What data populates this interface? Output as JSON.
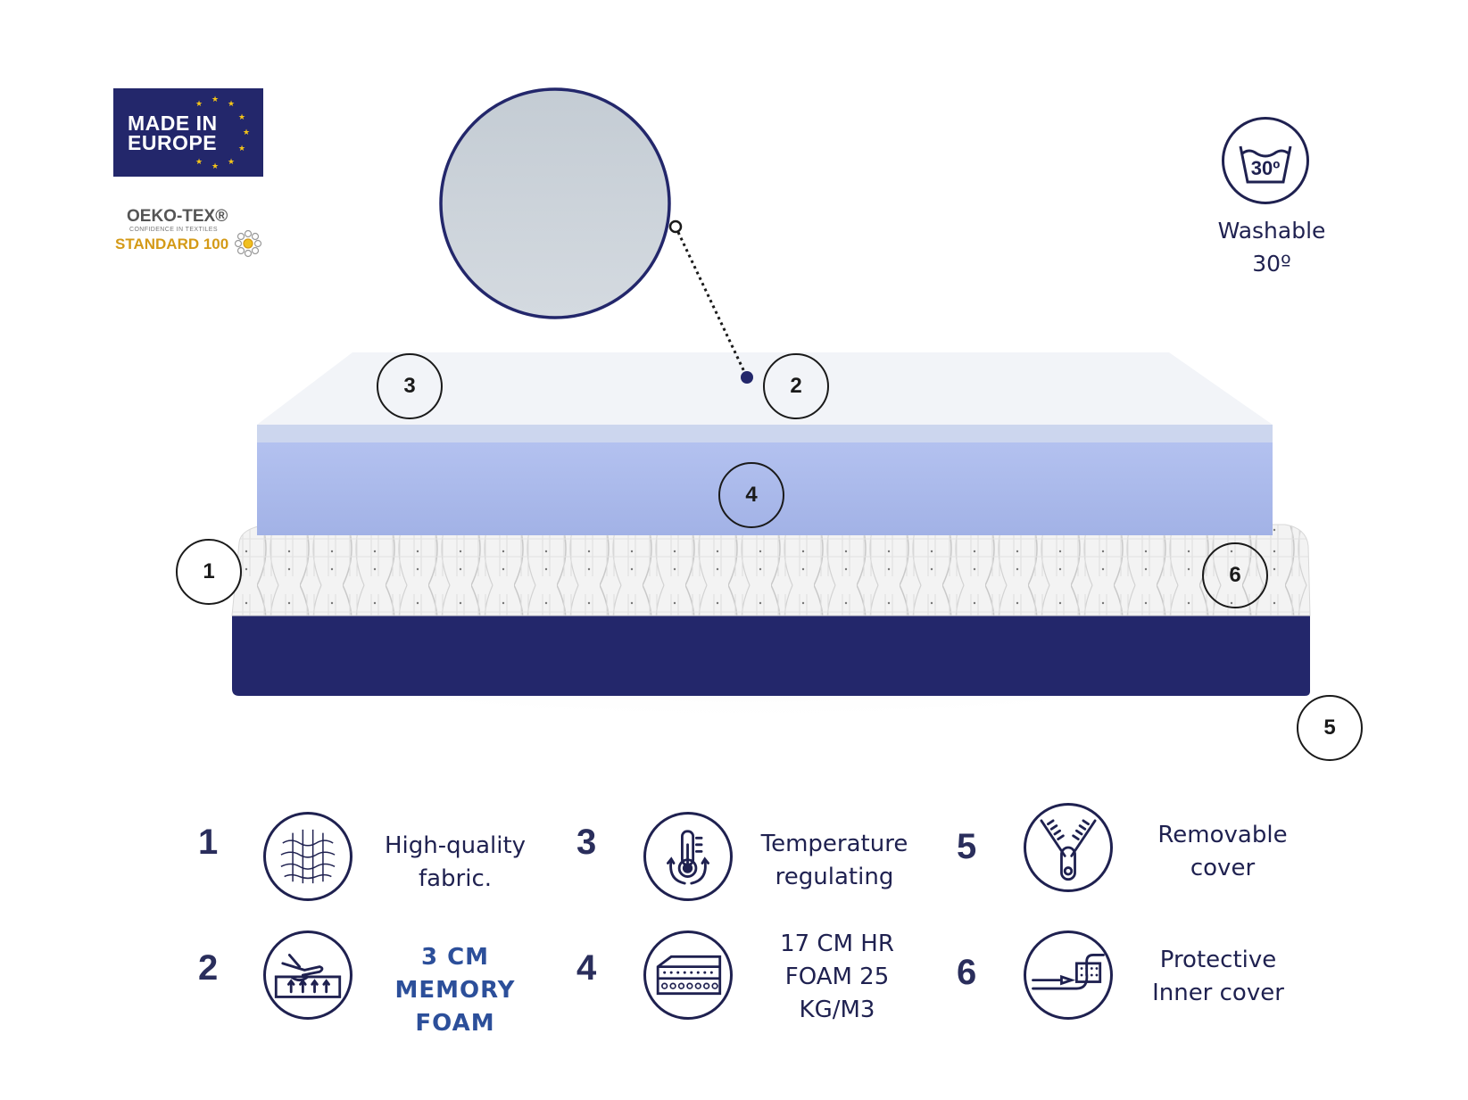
{
  "badges": {
    "made_in_europe": [
      "MADE IN",
      "EUROPE"
    ],
    "oeko_tex": {
      "name": "OEKO-TEX®",
      "tagline": "CONFIDENCE IN TEXTILES",
      "standard": "STANDARD 100"
    }
  },
  "washable": {
    "icon_label": "30º",
    "lines": [
      "Washable",
      "30º"
    ]
  },
  "callouts": {
    "c1": "1",
    "c2": "2",
    "c3": "3",
    "c4": "4",
    "c5": "5",
    "c6": "6"
  },
  "legend": [
    {
      "number": "1",
      "icon": "fabric-weave-icon",
      "lines": [
        "High-quality",
        "fabric."
      ]
    },
    {
      "number": "2",
      "icon": "memory-foam-hand-icon",
      "lines": [
        "3 CM MEMORY",
        "FOAM"
      ]
    },
    {
      "number": "3",
      "icon": "thermometer-icon",
      "lines": [
        "Temperature",
        "regulating"
      ]
    },
    {
      "number": "4",
      "icon": "foam-layers-icon",
      "lines": [
        "17 CM HR",
        "FOAM 25",
        "KG/M3"
      ]
    },
    {
      "number": "5",
      "icon": "zipper-icon",
      "lines": [
        "Removable",
        "cover"
      ]
    },
    {
      "number": "6",
      "icon": "inner-cover-icon",
      "lines": [
        "Protective",
        "Inner cover"
      ]
    }
  ],
  "colors": {
    "navy": "#23276b",
    "foam_blue": "#aab9ea",
    "topper_white": "#f4f6f9",
    "text": "#1f2150",
    "accent_blue": "#2c4f9a",
    "gold": "#d49a17"
  }
}
